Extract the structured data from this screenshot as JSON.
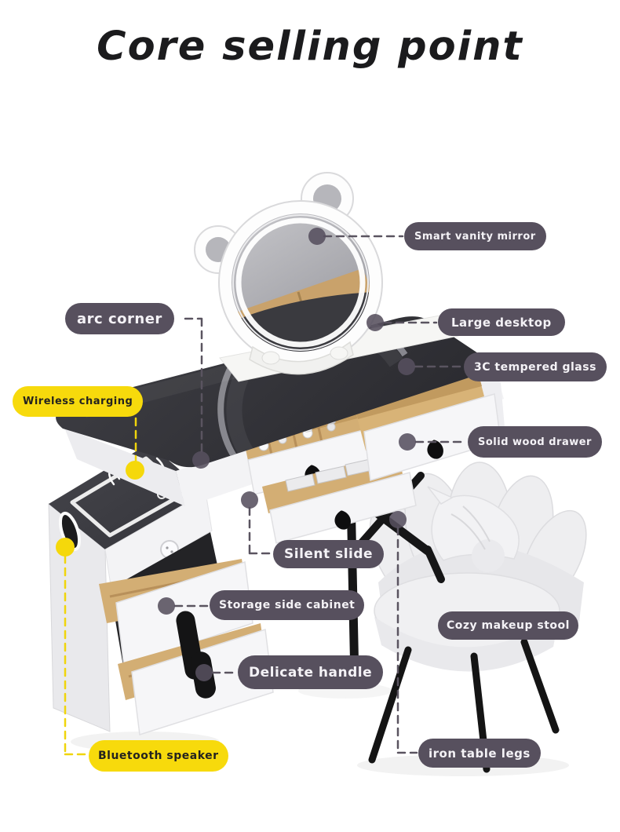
{
  "title": "Core selling point",
  "colors": {
    "background": "#ffffff",
    "label_dark_bg": "#57505e",
    "label_dark_text": "#f4f2f6",
    "label_yellow_bg": "#f7da0c",
    "label_yellow_text": "#24231f",
    "leader_dark": "#5a5460",
    "leader_yellow": "#f0d50c",
    "desk_glass": "#323237",
    "furniture_white": "#f4f4f6",
    "wood": "#d3ae74"
  },
  "callouts": [
    {
      "id": "smart-vanity-mirror",
      "label": "Smart vanity mirror",
      "style": "dark"
    },
    {
      "id": "arc-corner",
      "label": "arc corner",
      "style": "dark"
    },
    {
      "id": "large-desktop",
      "label": "Large desktop",
      "style": "dark"
    },
    {
      "id": "tempered-glass",
      "label": "3C tempered glass",
      "style": "dark"
    },
    {
      "id": "wireless-charging",
      "label": "Wireless charging",
      "style": "yellow"
    },
    {
      "id": "solid-wood-drawer",
      "label": "Solid wood drawer",
      "style": "dark"
    },
    {
      "id": "silent-slide",
      "label": "Silent slide",
      "style": "dark"
    },
    {
      "id": "storage-side-cabinet",
      "label": "Storage side cabinet",
      "style": "dark"
    },
    {
      "id": "cozy-makeup-stool",
      "label": "Cozy makeup stool",
      "style": "dark"
    },
    {
      "id": "delicate-handle",
      "label": "Delicate handle",
      "style": "dark"
    },
    {
      "id": "bluetooth-speaker",
      "label": "Bluetooth speaker",
      "style": "yellow"
    },
    {
      "id": "iron-table-legs",
      "label": "iron table legs",
      "style": "dark"
    }
  ]
}
